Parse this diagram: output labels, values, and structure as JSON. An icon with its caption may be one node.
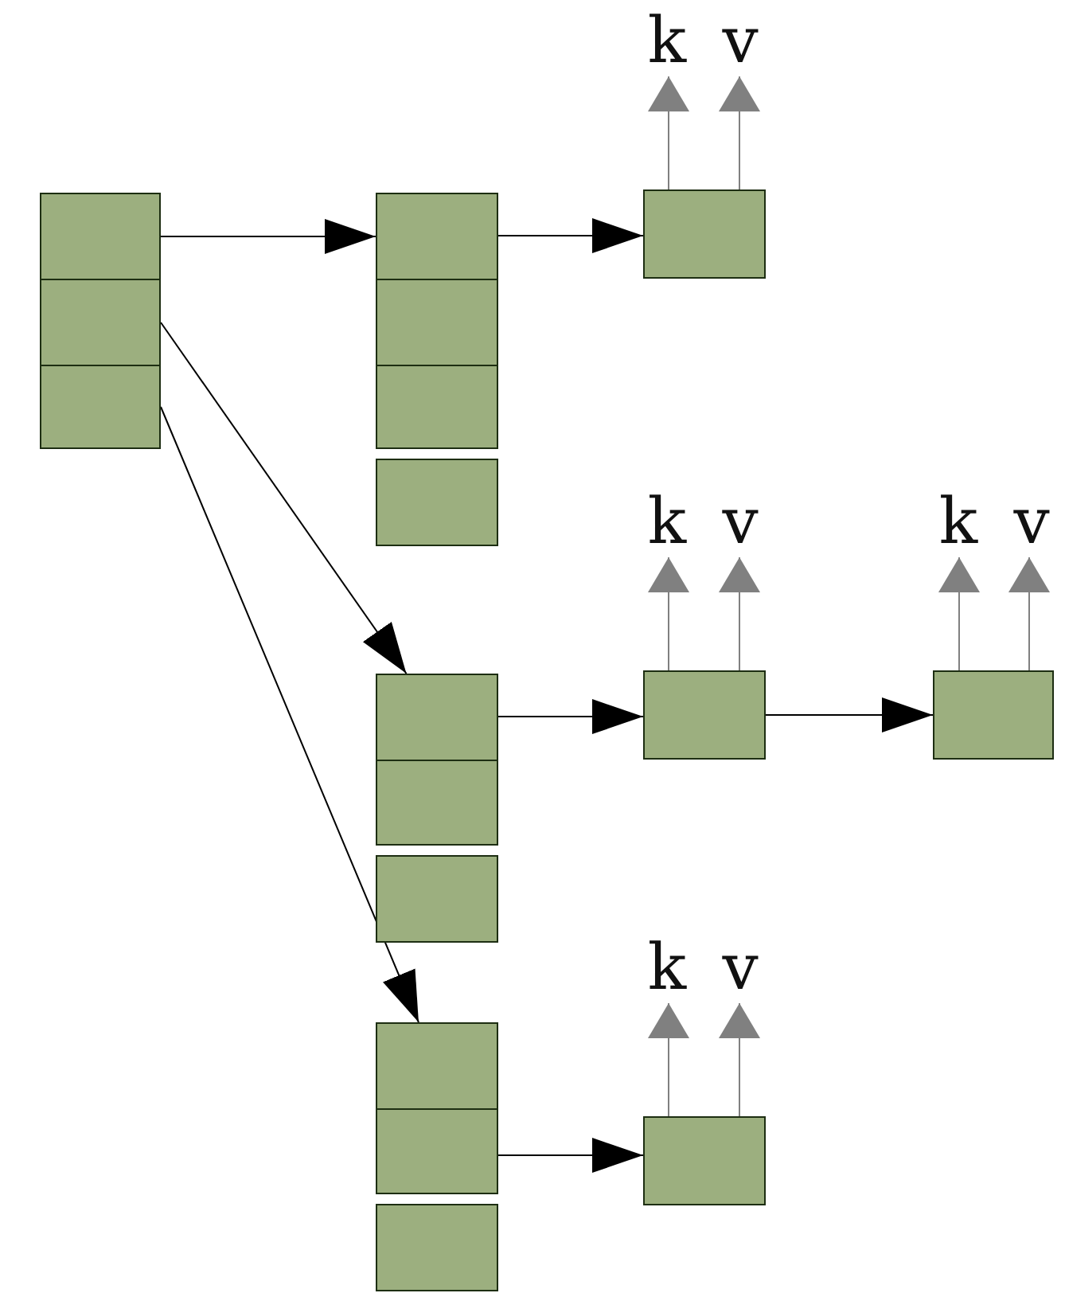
{
  "diagram": {
    "nodes": [
      {
        "text": [],
        "shape": "box"
      },
      {
        "text": [],
        "shape": "box"
      },
      {
        "text": [],
        "shape": "box"
      },
      {
        "text": [],
        "shape": "box"
      },
      {
        "text": [],
        "shape": "box"
      },
      {
        "text": [],
        "shape": "box"
      },
      {
        "text": [],
        "shape": "box"
      },
      {
        "text": [],
        "shape": "box"
      },
      {
        "text": [
          "k"
        ]
      },
      {
        "text": [
          "v"
        ]
      },
      {
        "text": [],
        "shape": "box"
      },
      {
        "text": [],
        "shape": "box"
      },
      {
        "text": [],
        "shape": "box"
      },
      {
        "text": [],
        "shape": "box"
      },
      {
        "text": [
          "k"
        ]
      },
      {
        "text": [
          "v"
        ]
      },
      {
        "text": [],
        "shape": "box"
      },
      {
        "text": [
          "k"
        ]
      },
      {
        "text": [
          "v"
        ]
      },
      {
        "text": [],
        "shape": "box"
      },
      {
        "text": [],
        "shape": "box"
      },
      {
        "text": [],
        "shape": "box"
      },
      {
        "text": [],
        "shape": "box"
      },
      {
        "text": [
          "k"
        ]
      },
      {
        "text": [
          "v"
        ]
      }
    ],
    "edges": [
      {
        "from": 0,
        "to": 3,
        "arrow": "to",
        "color": "#000000"
      },
      {
        "from": 1,
        "to": 10,
        "arrow": "to",
        "color": "#000000"
      },
      {
        "from": 2,
        "to": 19,
        "arrow": "to",
        "color": "#000000"
      },
      {
        "from": 3,
        "to": 7,
        "arrow": "to",
        "color": "#000000"
      },
      {
        "from": 7,
        "to": 8,
        "arrow": "to"
      },
      {
        "from": 7,
        "to": 9,
        "arrow": "to"
      },
      {
        "from": 10,
        "to": 13,
        "arrow": "to",
        "color": "#000000"
      },
      {
        "from": 13,
        "to": 14,
        "arrow": "to"
      },
      {
        "from": 13,
        "to": 15,
        "arrow": "to"
      },
      {
        "from": 13,
        "to": 16,
        "arrow": "to",
        "color": "#000000"
      },
      {
        "from": 16,
        "to": 17,
        "arrow": "to"
      },
      {
        "from": 16,
        "to": 18,
        "arrow": "to"
      },
      {
        "from": 20,
        "to": 22,
        "arrow": "to",
        "color": "#000000"
      },
      {
        "from": 22,
        "to": 23,
        "arrow": "to"
      },
      {
        "from": 22,
        "to": 24,
        "arrow": "to"
      }
    ]
  }
}
